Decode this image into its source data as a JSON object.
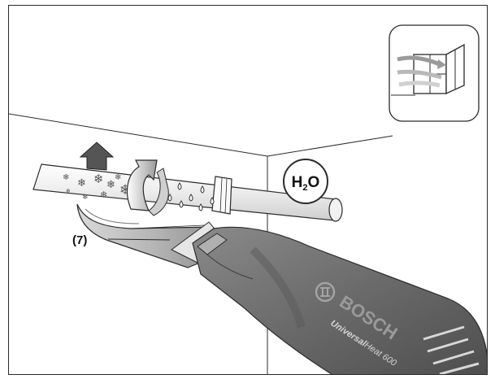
{
  "callout": {
    "label": "(7)"
  },
  "water_symbol": {
    "main": "H",
    "subscript": "2",
    "tail": "O"
  },
  "tool": {
    "brand": "BOSCH",
    "model_prefix": "Universal",
    "model_rest": "Heat 600"
  },
  "icons": {
    "ventilation": "window-ventilation-icon",
    "bosch_logo": "bosch-logo-icon",
    "snowflake": "snowflake-icon",
    "water_drop": "water-drop-icon",
    "heat_arrow": "heat-arrow-icon"
  },
  "colors": {
    "line": "#2b2b2b",
    "tool_body": "#6e6e6e",
    "tool_dark": "#4a4a4a",
    "pipe": "#f2f2f2"
  }
}
